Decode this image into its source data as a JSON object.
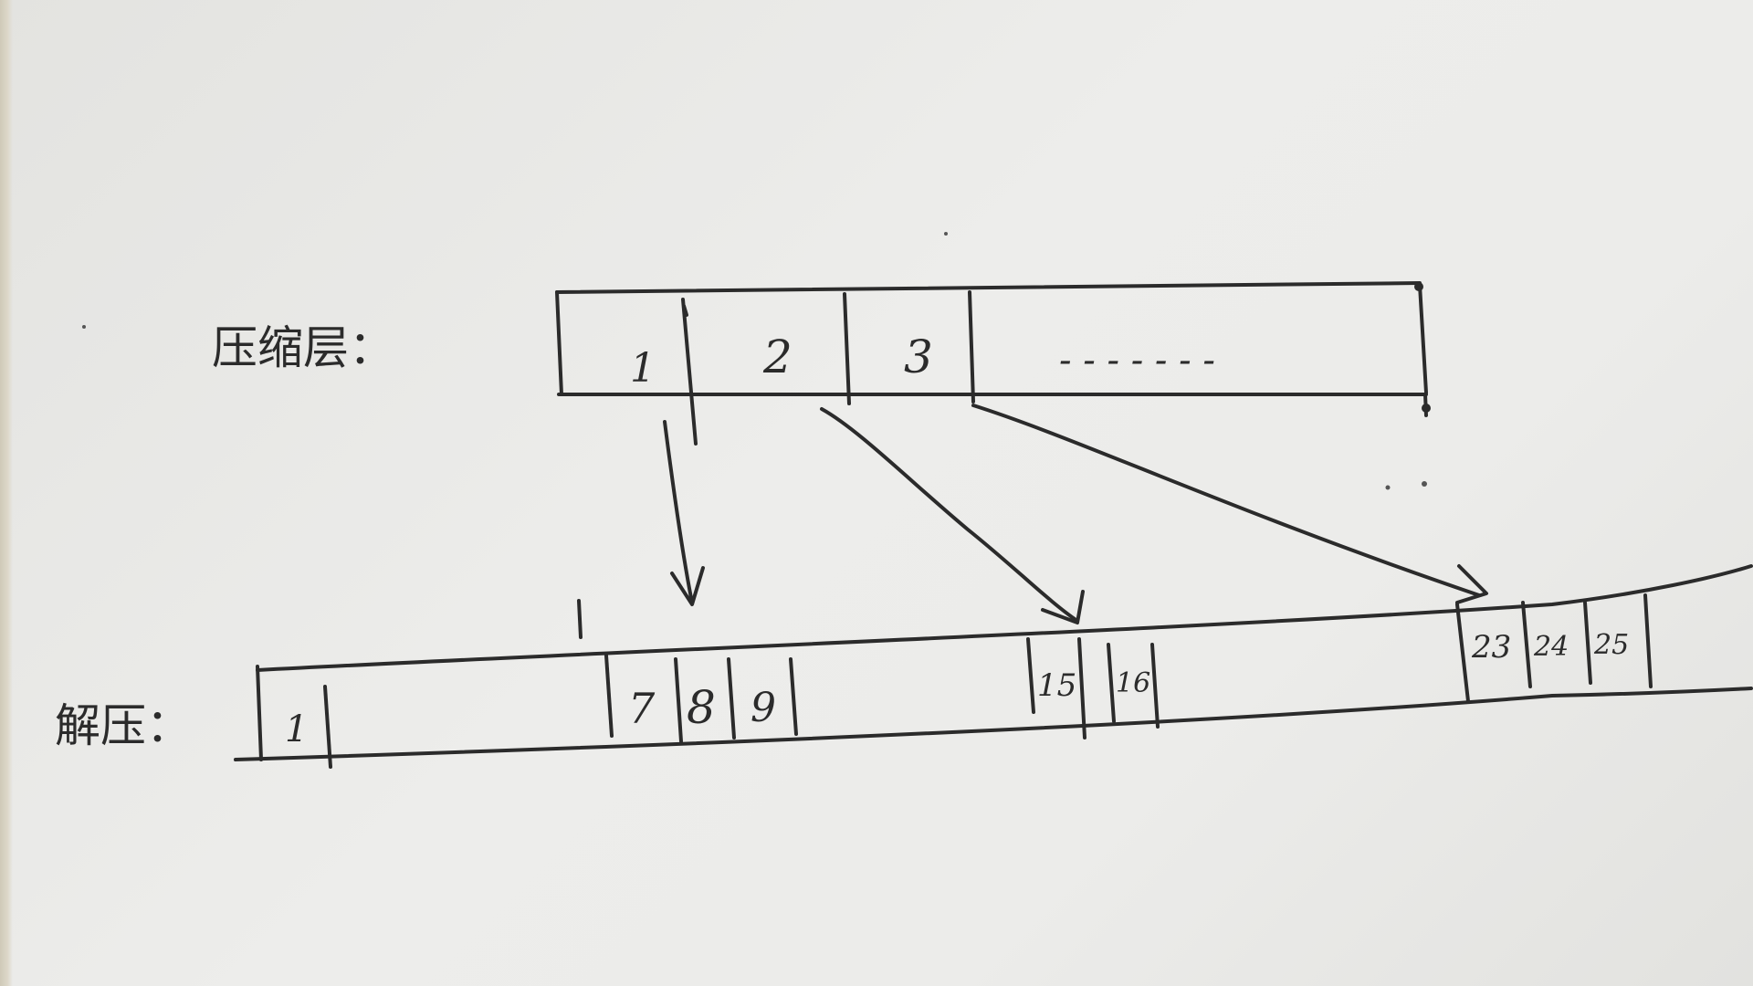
{
  "labels": {
    "compressed_layer": "压缩层：",
    "decompressed_layer": "解压："
  },
  "compressed_cells": [
    "1",
    "2",
    "3",
    "- - -  - - - -"
  ],
  "decompressed_cells": [
    "1",
    "7",
    "8",
    "9",
    "15",
    "16",
    "23",
    "24",
    "25"
  ],
  "arrows": [
    {
      "from": "1",
      "to": "8"
    },
    {
      "from": "2",
      "to": "15"
    },
    {
      "from": "3",
      "to": "23"
    }
  ],
  "colors": {
    "ink": "#2b2b2b",
    "paper": "#ececea"
  }
}
